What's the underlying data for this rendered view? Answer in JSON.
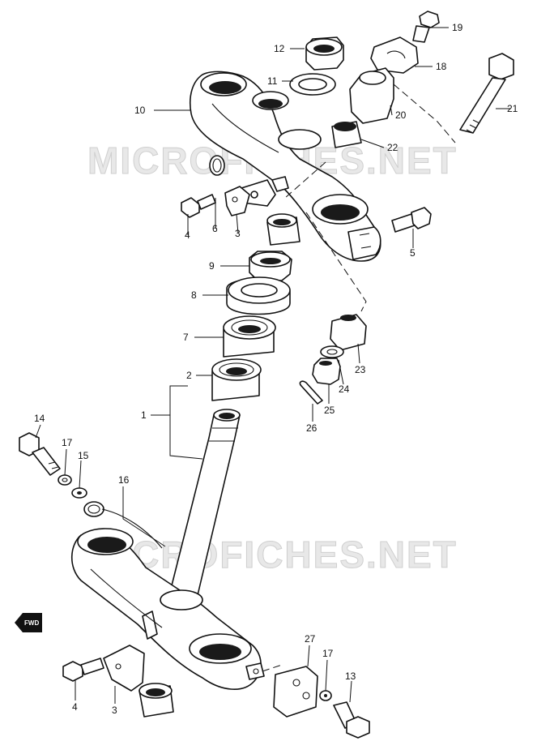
{
  "watermark": "MICROFICHES.NET",
  "fwd_label": "FWD",
  "callouts": {
    "c1": "1",
    "c2": "2",
    "c3_top": "3",
    "c3_bottom": "3",
    "c4_top": "4",
    "c4_bottom": "4",
    "c5": "5",
    "c6": "6",
    "c7": "7",
    "c8": "8",
    "c9": "9",
    "c10": "10",
    "c11": "11",
    "c12": "12",
    "c13": "13",
    "c14": "14",
    "c15": "15",
    "c16": "16",
    "c17_top": "17",
    "c17_bottom": "17",
    "c18": "18",
    "c19": "19",
    "c20": "20",
    "c21": "21",
    "c22": "22",
    "c23": "23",
    "c24": "24",
    "c25": "25",
    "c26": "26",
    "c27": "27"
  }
}
